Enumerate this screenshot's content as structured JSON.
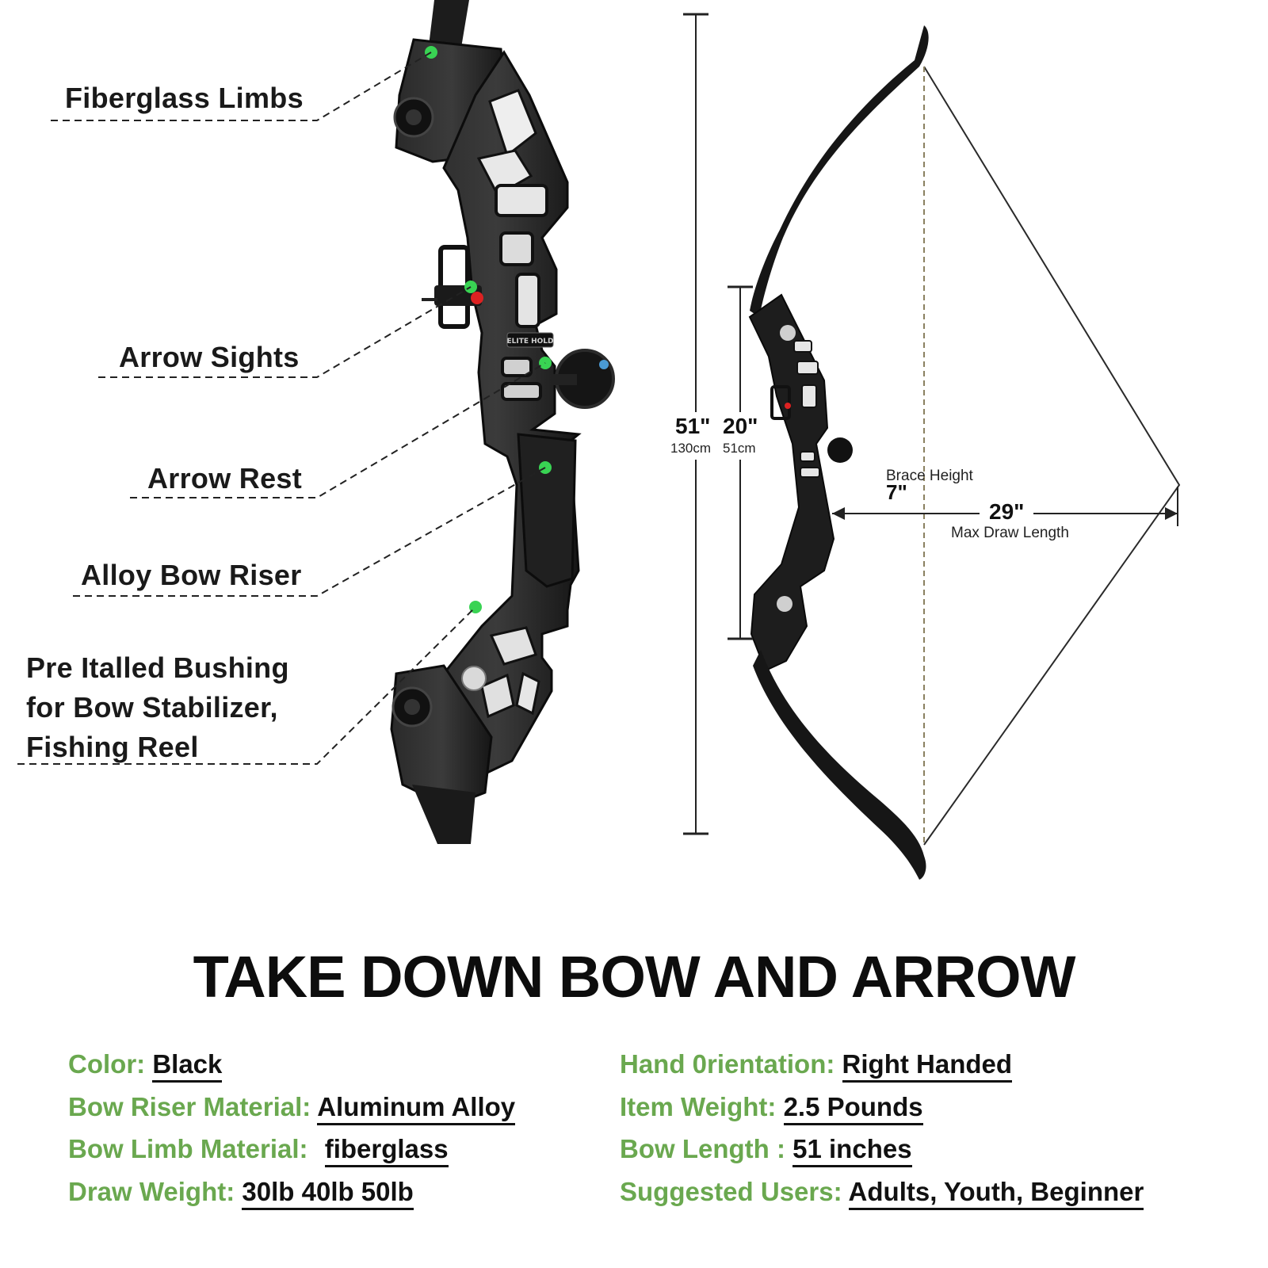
{
  "callouts": [
    {
      "text": "Fiberglass Limbs"
    },
    {
      "text": "Arrow Sights"
    },
    {
      "text": "Arrow Rest"
    },
    {
      "text": "Alloy Bow Riser"
    },
    {
      "text": "Pre Italled Bushing for Bow Stabilizer, Fishing Reel"
    }
  ],
  "dimensions": {
    "overall_length": {
      "inches": "51\"",
      "cm": "130cm"
    },
    "riser_length": {
      "inches": "20\"",
      "cm": "51cm"
    },
    "brace_height": {
      "label": "Brace Height",
      "value": "7\""
    },
    "draw_length": {
      "value": "29\"",
      "label": "Max Draw Length"
    }
  },
  "riser_badge": "ELITE HOLD",
  "title": "TAKE DOWN BOW AND ARROW",
  "specs": {
    "left": [
      {
        "key": "Color:",
        "value": "Black"
      },
      {
        "key": "Bow Riser Material:",
        "value": "Aluminum Alloy"
      },
      {
        "key": "Bow Limb Material:",
        "value": "fiberglass"
      },
      {
        "key": "Draw Weight:",
        "value": "30lb 40lb 50lb"
      }
    ],
    "right": [
      {
        "key": "Hand 0rientation:",
        "value": "Right Handed"
      },
      {
        "key": "Item Weight:",
        "value": "2.5 Pounds"
      },
      {
        "key": "Bow Length :",
        "value": "51 inches"
      },
      {
        "key": "Suggested Users:",
        "value": "Adults, Youth, Beginner"
      }
    ]
  },
  "colors": {
    "accent_green": "#6aa84f",
    "marker_green": "#39d353",
    "bow_black": "#1b1b1b"
  }
}
